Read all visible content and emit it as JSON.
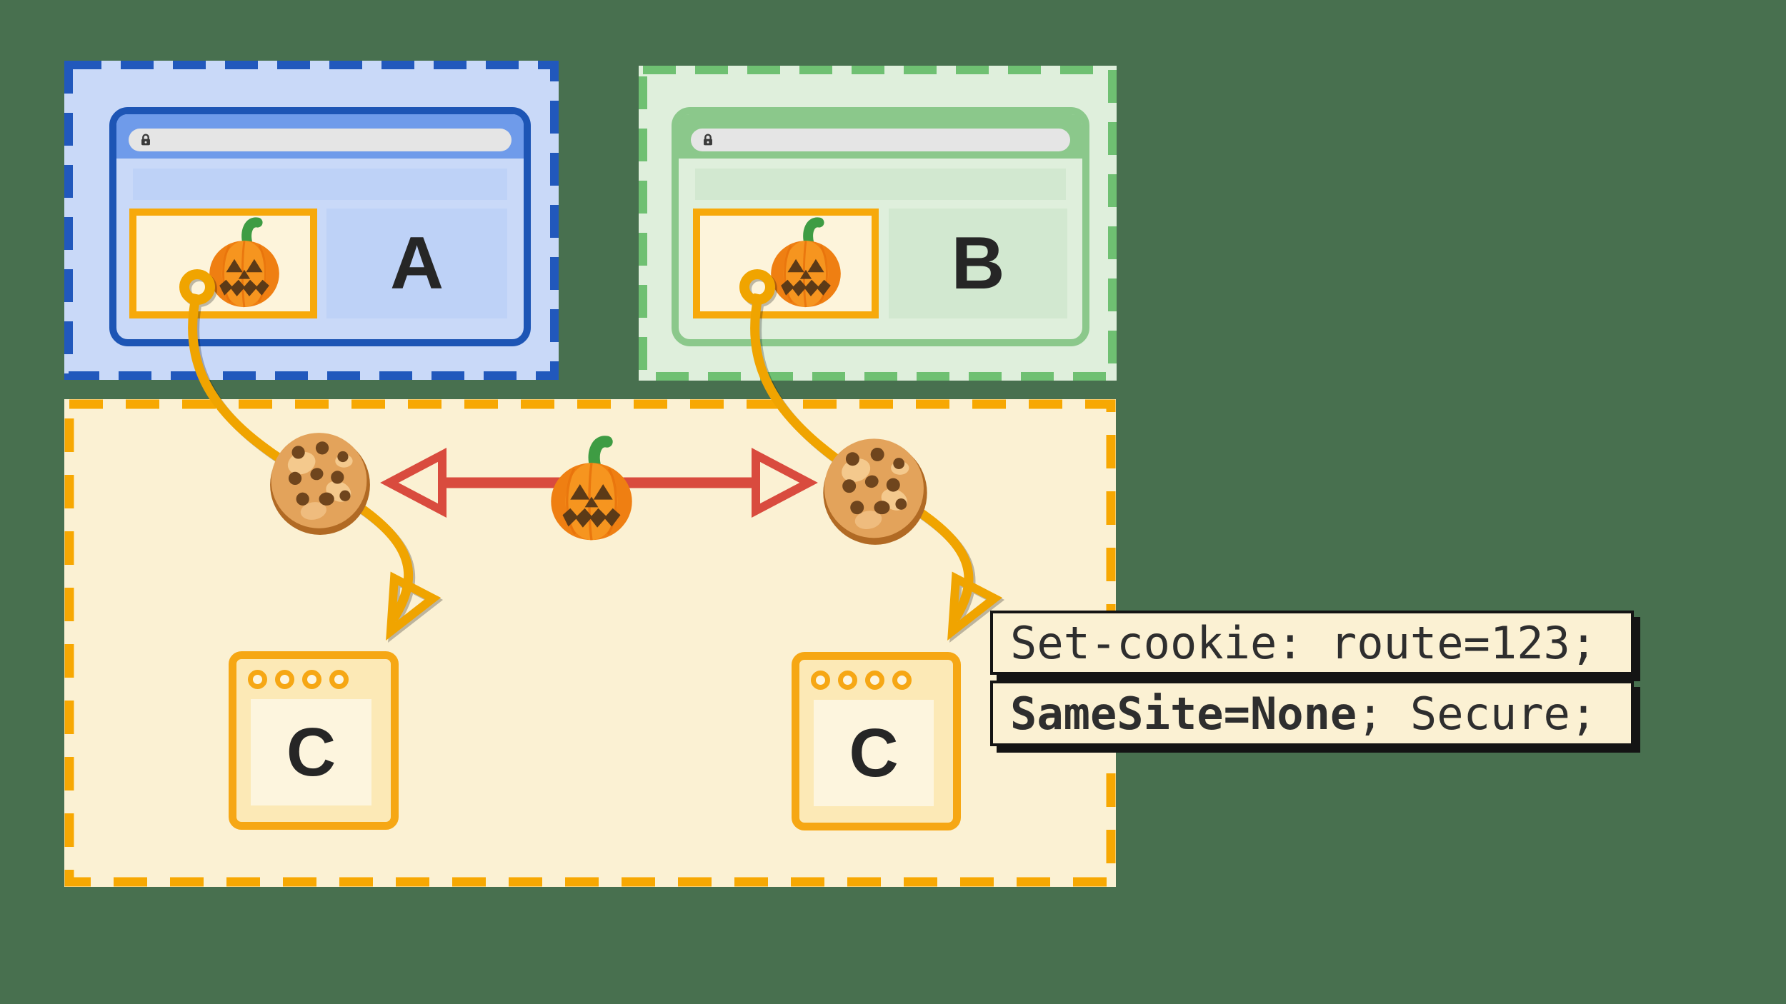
{
  "diagram": {
    "background_color": "#48704F",
    "site_a": {
      "label": "A",
      "dash_color": "#2158BC",
      "fill_color": "#C9D9F8",
      "window_border_color": "#1D55B5",
      "titlebar_color": "#6F9BEA",
      "panel_color": "#BED2F7",
      "urlbar_color": "#E5E5E5"
    },
    "site_b": {
      "label": "B",
      "dash_color": "#6FC072",
      "fill_color": "#DFEFDC",
      "window_border_color": "#8BC88B",
      "titlebar_color": "#8BC88B",
      "panel_color": "#D2E8D0",
      "urlbar_color": "#E5E5E5"
    },
    "site_c": {
      "dash_color": "#F7A802",
      "fill_color": "#FBF1D3",
      "window_border_color": "#F6A714",
      "windows": [
        {
          "label": "C"
        },
        {
          "label": "C"
        }
      ]
    },
    "iframe": {
      "border_color": "#F7A90B",
      "fill_color": "#FDF4DB"
    },
    "cookie_string_color": "#F0A400",
    "sync_arrow_color": "#D94B3E",
    "code_note": {
      "line1": "Set-cookie: route=123;",
      "line2_bold": "SameSite=None",
      "line2_rest": "; Secure;",
      "background": "#FBF1D3",
      "border_color": "#141414",
      "text_color": "#2E2E2E"
    }
  }
}
